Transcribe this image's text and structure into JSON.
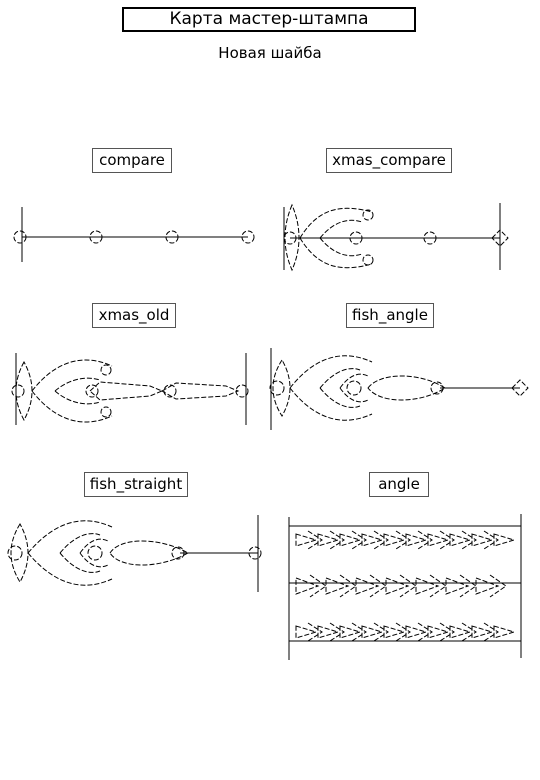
{
  "header": {
    "title": "Карта мастер-штампа",
    "subtitle": "Новая шайба"
  },
  "panels": [
    {
      "id": "compare",
      "label": "compare"
    },
    {
      "id": "xmas_compare",
      "label": "xmas_compare"
    },
    {
      "id": "xmas_old",
      "label": "xmas_old"
    },
    {
      "id": "fish_angle",
      "label": "fish_angle"
    },
    {
      "id": "fish_straight",
      "label": "fish_straight"
    },
    {
      "id": "angle",
      "label": "angle"
    }
  ]
}
